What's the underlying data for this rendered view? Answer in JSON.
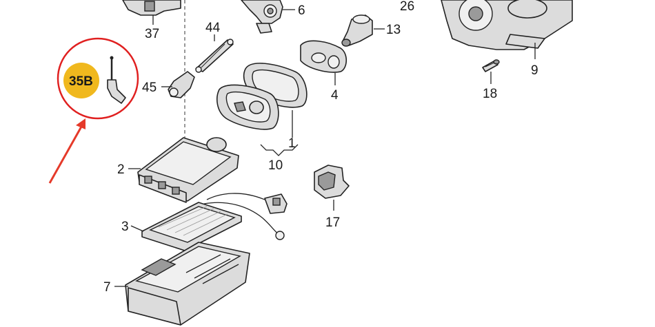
{
  "callout": {
    "label": "35B",
    "circle_color": "#e02020",
    "badge_color": "#f0b81e",
    "arrow_color": "#e53a2a"
  },
  "parts": {
    "p37": "37",
    "p6": "6",
    "p26": "26",
    "p44": "44",
    "p13": "13",
    "p9": "9",
    "p45": "45",
    "p4": "4",
    "p18": "18",
    "p1": "1",
    "p10": "10",
    "p2": "2",
    "p17": "17",
    "p3": "3",
    "p7": "7"
  }
}
